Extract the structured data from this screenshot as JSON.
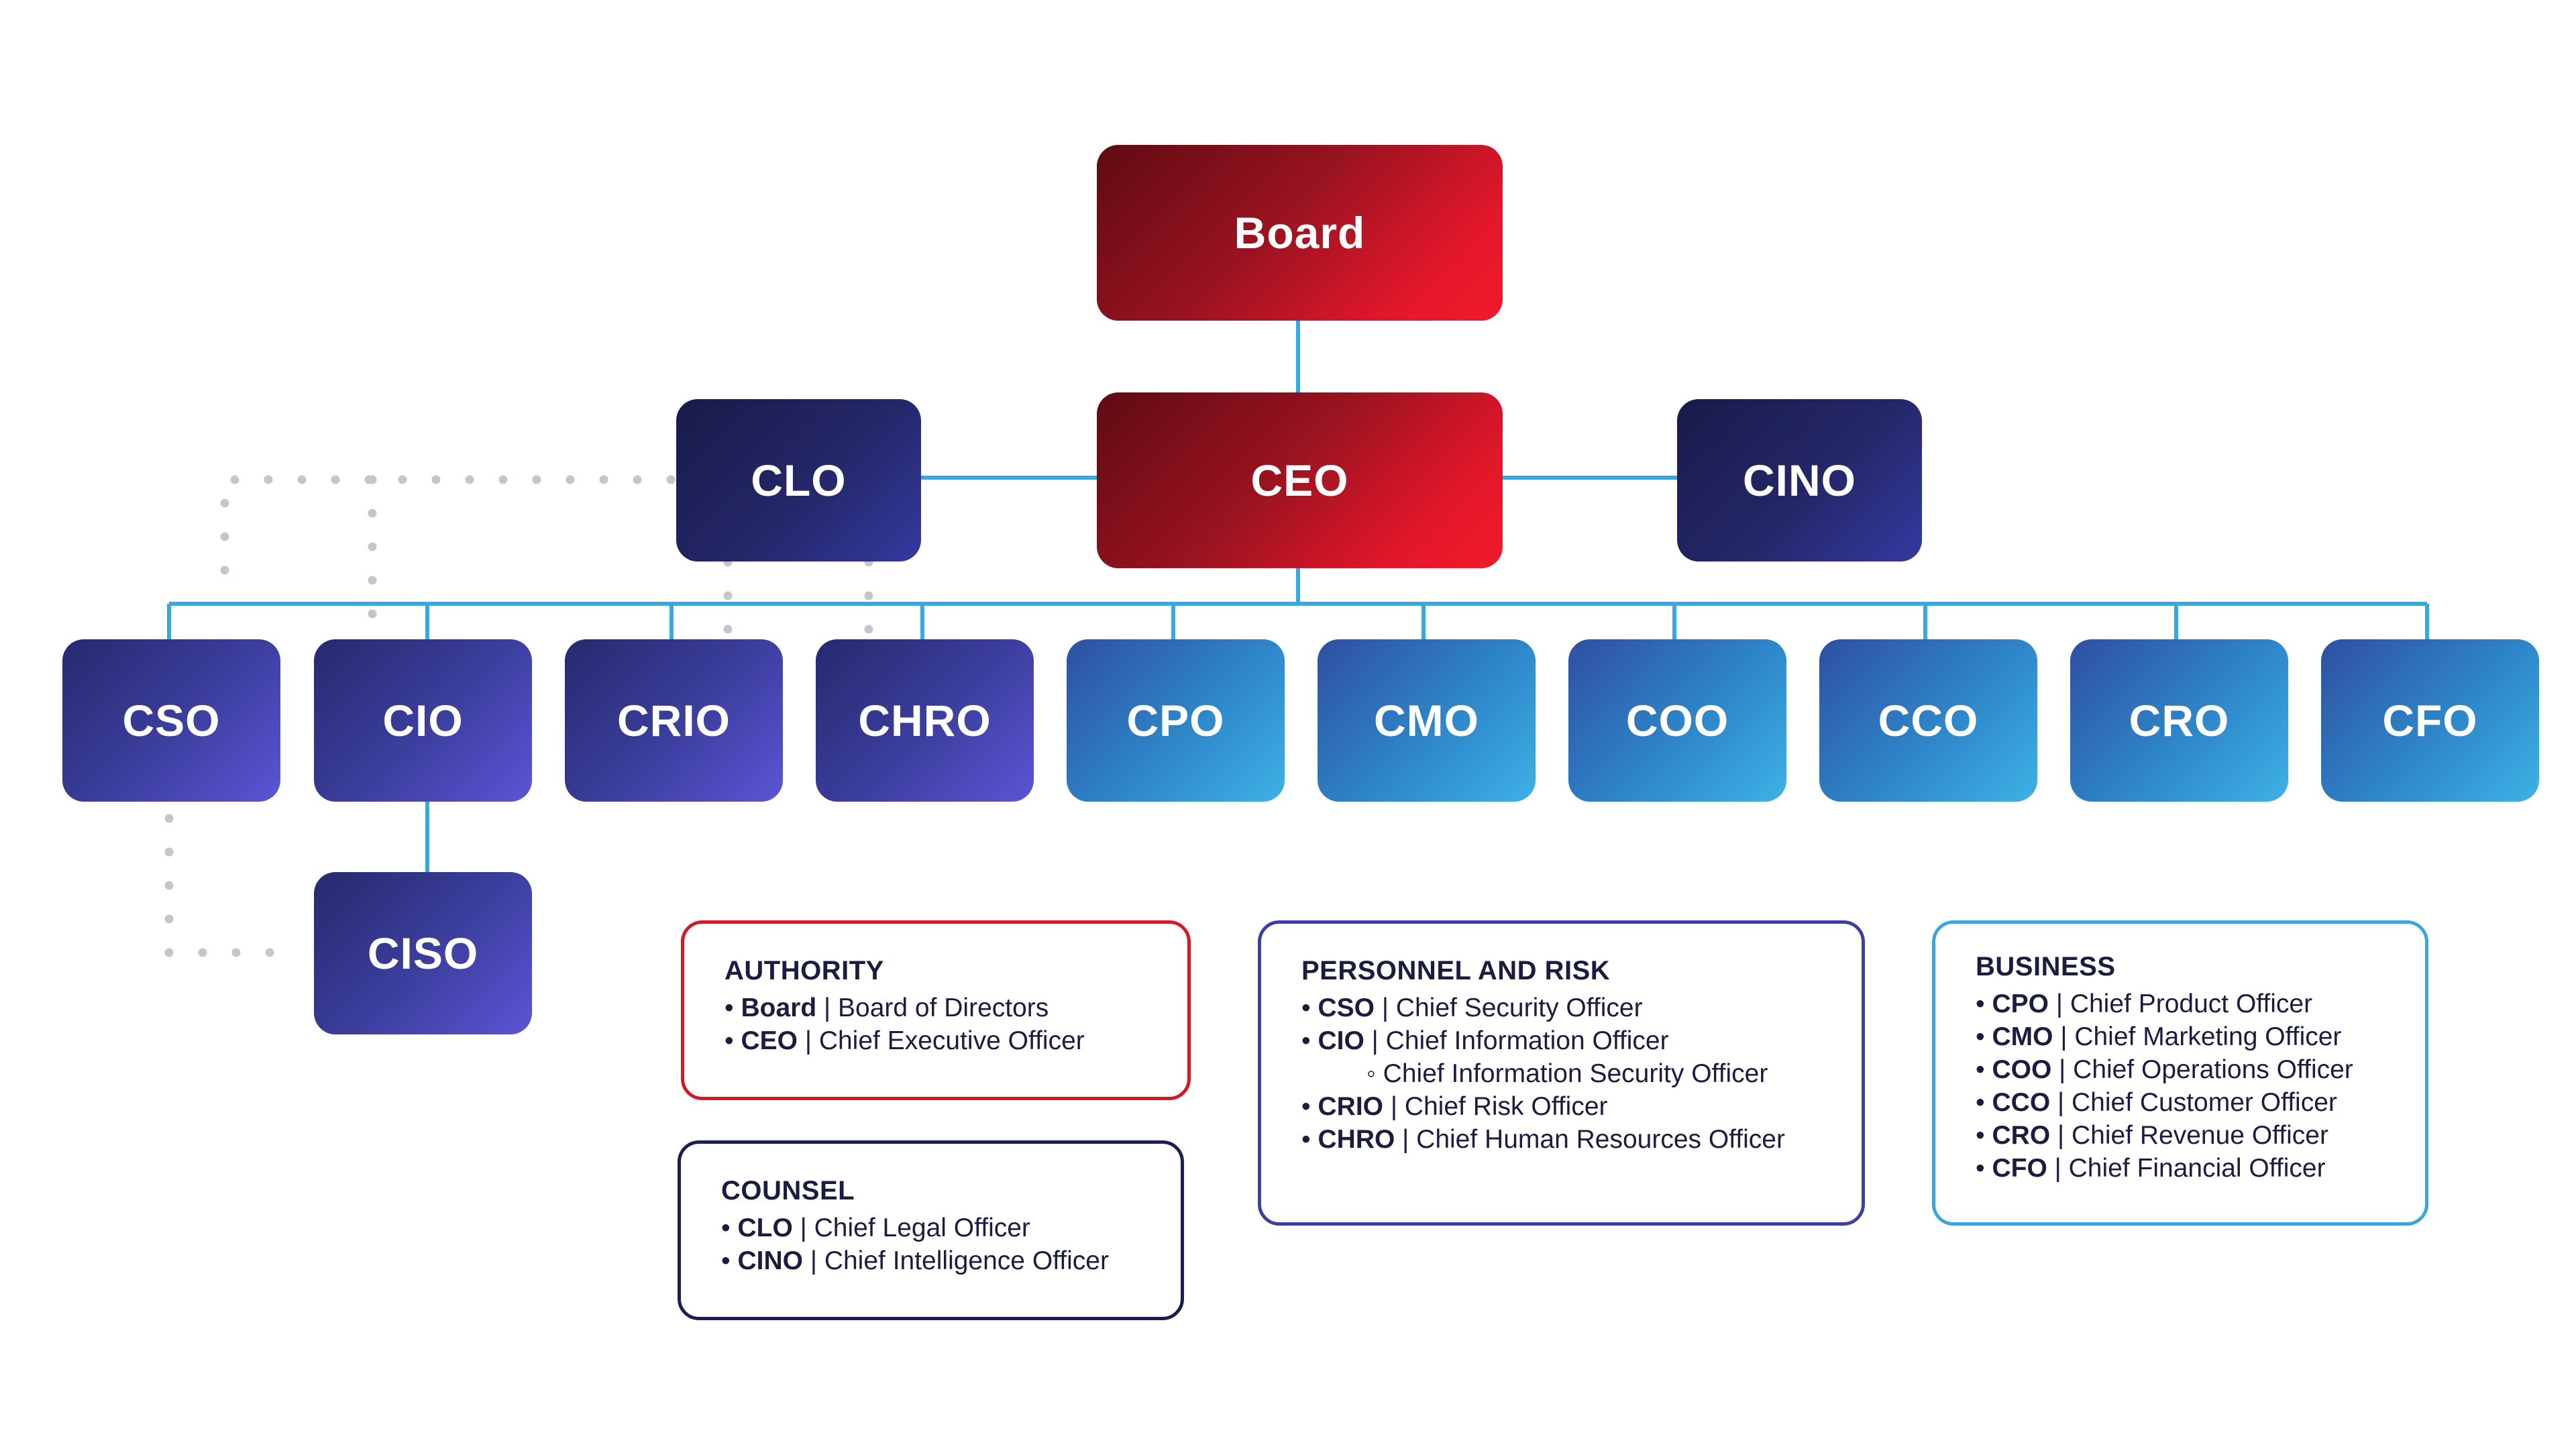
{
  "nodes": {
    "board": "Board",
    "ceo": "CEO",
    "clo": "CLO",
    "cino": "CINO",
    "cso": "CSO",
    "cio": "CIO",
    "crio": "CRIO",
    "chro": "CHRO",
    "cpo": "CPO",
    "cmo": "CMO",
    "coo": "COO",
    "cco": "CCO",
    "cro": "CRO",
    "cfo": "CFO",
    "ciso": "CISO"
  },
  "legend": {
    "authority": {
      "title": "AUTHORITY",
      "items": [
        {
          "abbr": "Board",
          "sep": " | ",
          "name": "Board of Directors"
        },
        {
          "abbr": "CEO",
          "sep": " | ",
          "name": "Chief Executive Officer"
        }
      ]
    },
    "counsel": {
      "title": "COUNSEL",
      "items": [
        {
          "abbr": "CLO",
          "sep": " | ",
          "name": "Chief Legal Officer"
        },
        {
          "abbr": "CINO",
          "sep": " | ",
          "name": "Chief Intelligence Officer"
        }
      ]
    },
    "personnel": {
      "title": "PERSONNEL AND RISK",
      "items": [
        {
          "abbr": "CSO",
          "sep": " | ",
          "name": "Chief Security Officer"
        },
        {
          "abbr": "CIO",
          "sep": " | ",
          "name": "Chief Information Officer"
        },
        {
          "sub": "Chief Information Security Officer"
        },
        {
          "abbr": "CRIO",
          "sep": " | ",
          "name": "Chief Risk Officer"
        },
        {
          "abbr": "CHRO",
          "sep": " | ",
          "name": "Chief Human Resources Officer"
        }
      ]
    },
    "business": {
      "title": "BUSINESS",
      "items": [
        {
          "abbr": "CPO",
          "sep": " | ",
          "name": "Chief Product Officer"
        },
        {
          "abbr": "CMO",
          "sep": " | ",
          "name": "Chief Marketing Officer"
        },
        {
          "abbr": "COO",
          "sep": " | ",
          "name": "Chief Operations Officer"
        },
        {
          "abbr": "CCO",
          "sep": " | ",
          "name": "Chief Customer Officer"
        },
        {
          "abbr": "CRO",
          "sep": " | ",
          "name": "Chief Revenue Officer"
        },
        {
          "abbr": "CFO",
          "sep": " | ",
          "name": "Chief Financial Officer"
        }
      ]
    }
  },
  "colors": {
    "connector": "#36a9df",
    "dotted_connector": "#c3c6cc",
    "authority_border": "#d31828",
    "counsel_border": "#1b1e50",
    "personnel_border": "#3e3fa5",
    "business_border": "#3aa6dc"
  }
}
